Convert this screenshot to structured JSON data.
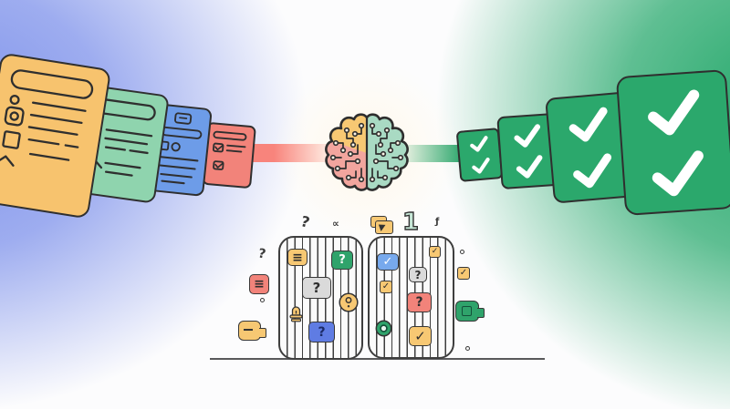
{
  "background": {
    "left_glow": "#7E92EB",
    "right_glow": "#22A769",
    "base": "#FCFCFD"
  },
  "input_stack": {
    "connector_color": "#F8847C",
    "cards": [
      {
        "name": "doc-card-yellow",
        "color": "#F7C36E"
      },
      {
        "name": "doc-card-green",
        "color": "#8FD4AE"
      },
      {
        "name": "doc-card-blue",
        "color": "#6D9CE8"
      },
      {
        "name": "doc-card-red",
        "color": "#F2837A"
      }
    ]
  },
  "brain": {
    "left_color": "#F2A59E",
    "top_left_color": "#F7C873",
    "right_color": "#A9DAC3",
    "outline_color": "#2E2E2E"
  },
  "output_stack": {
    "connector_color": "#35AA72",
    "card_color": "#2BA86C",
    "check_color": "#FFFFFF",
    "cards": [
      {
        "name": "check-card-1",
        "checks": 2
      },
      {
        "name": "check-card-2",
        "checks": 2
      },
      {
        "name": "check-card-3",
        "checks": 2
      },
      {
        "name": "check-card-4",
        "checks": 2
      }
    ]
  },
  "sorter": {
    "ground_color": "#58585A",
    "symbols": {
      "question": "?",
      "propto": "∝",
      "one": "1",
      "f": "ƒ"
    },
    "left_cage": {
      "menu_glyph": "≡",
      "q_green": "?",
      "q_gray": "?",
      "q_blue": "?"
    },
    "right_cage": {
      "check_blue": "✓",
      "checkbox_small": "✓",
      "q_gray": "?",
      "checkbox": "✓",
      "q_red": "?",
      "check_yellow": "✓"
    },
    "floating_left": {
      "question": "?",
      "list_glyph": "≡"
    },
    "floating_right": {
      "checkbox": "✓"
    }
  }
}
